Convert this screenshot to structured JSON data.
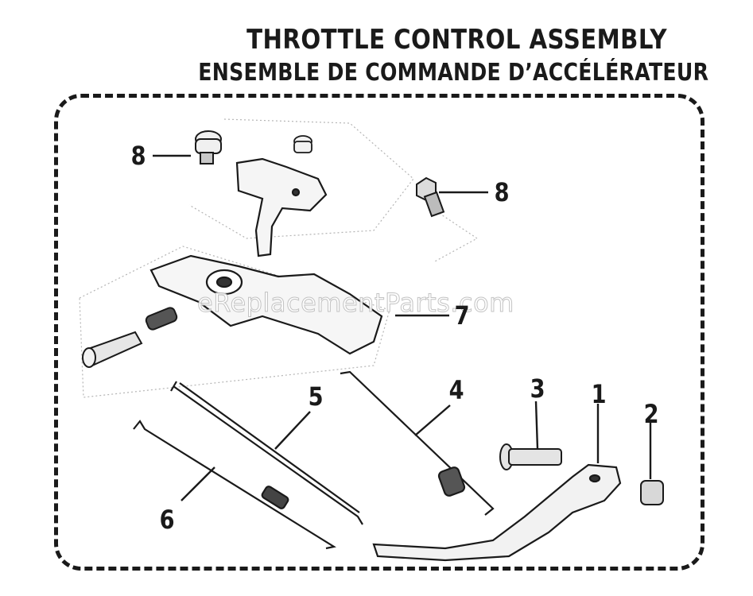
{
  "title": "THROTTLE CONTROL ASSEMBLY",
  "subtitle": "ENSEMBLE DE COMMANDE D’ACCÉLÉRATEUR",
  "watermark": "eReplacementParts.com",
  "callouts": {
    "c1": "1",
    "c2": "2",
    "c3": "3",
    "c4": "4",
    "c5": "5",
    "c6": "6",
    "c7": "7",
    "c8a": "8",
    "c8b": "8"
  }
}
